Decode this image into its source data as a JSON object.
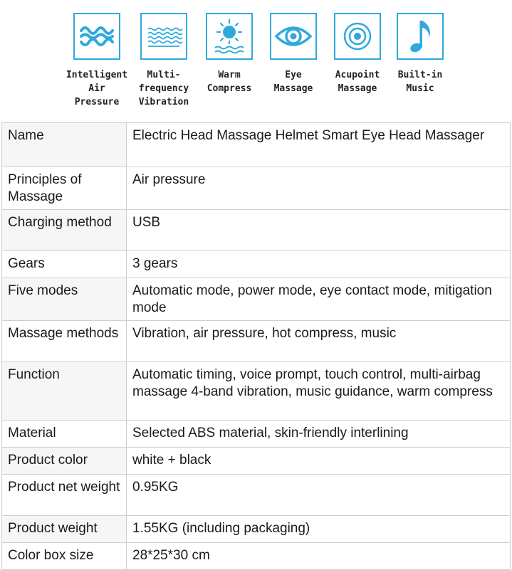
{
  "features": [
    {
      "icon": "air-pressure-wave-icon",
      "label": "Intelligent\nAir Pressure"
    },
    {
      "icon": "vibration-wave-icon",
      "label": "Multi-\nfrequency\nVibration"
    },
    {
      "icon": "sun-warm-icon",
      "label": "Warm\nCompress"
    },
    {
      "icon": "eye-icon",
      "label": "Eye\nMassage"
    },
    {
      "icon": "acupoint-target-icon",
      "label": "Acupoint\nMassage"
    },
    {
      "icon": "music-note-icon",
      "label": "Built-in\nMusic"
    }
  ],
  "colors": {
    "icon_blue": "#2fa9dc"
  },
  "specs": [
    {
      "key": "Name",
      "value": "Electric Head Massage Helmet Smart Eye Head Massager"
    },
    {
      "key": "Principles of Massage",
      "value": "Air pressure"
    },
    {
      "key": "Charging method",
      "value": "USB"
    },
    {
      "key": "Gears",
      "value": "3 gears"
    },
    {
      "key": "Five modes",
      "value": "Automatic mode, power mode, eye contact mode, mitigation mode"
    },
    {
      "key": "Massage methods",
      "value": "Vibration, air pressure, hot compress, music"
    },
    {
      "key": "Function",
      "value": "Automatic timing, voice prompt, touch control, multi-airbag massage 4-band vibration, music guidance, warm compress"
    },
    {
      "key": "Material",
      "value": "Selected ABS material, skin-friendly interlining"
    },
    {
      "key": "Product color",
      "value": "white + black"
    },
    {
      "key": "Product net weight",
      "value": "0.95KG"
    },
    {
      "key": "Product weight",
      "value": "1.55KG (including packaging)"
    },
    {
      "key": "Color box size",
      "value": "28*25*30 cm"
    }
  ]
}
